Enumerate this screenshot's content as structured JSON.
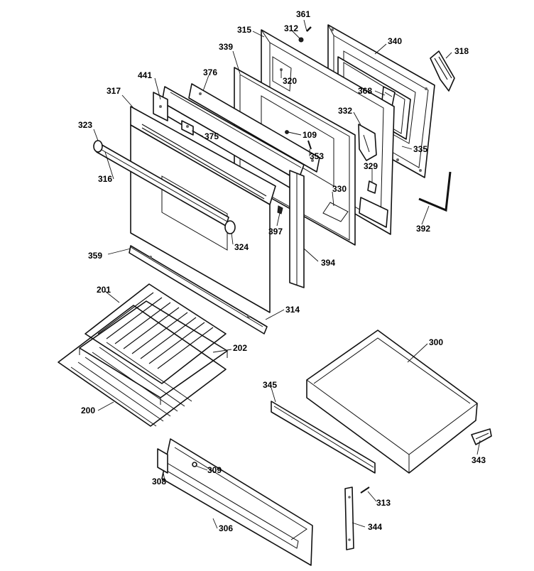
{
  "header": {
    "fragment": ""
  },
  "labels": [
    {
      "id": "l361",
      "text": "361"
    },
    {
      "id": "l312",
      "text": "312"
    },
    {
      "id": "l315",
      "text": "315"
    },
    {
      "id": "l340",
      "text": "340"
    },
    {
      "id": "l318",
      "text": "318"
    },
    {
      "id": "l339",
      "text": "339"
    },
    {
      "id": "l320",
      "text": "320"
    },
    {
      "id": "l441",
      "text": "441"
    },
    {
      "id": "l376",
      "text": "376"
    },
    {
      "id": "l368",
      "text": "368"
    },
    {
      "id": "l317",
      "text": "317"
    },
    {
      "id": "l332",
      "text": "332"
    },
    {
      "id": "l323",
      "text": "323"
    },
    {
      "id": "l375",
      "text": "375"
    },
    {
      "id": "l109",
      "text": "109"
    },
    {
      "id": "l353",
      "text": "353"
    },
    {
      "id": "l335",
      "text": "335"
    },
    {
      "id": "l316",
      "text": "316"
    },
    {
      "id": "l329",
      "text": "329"
    },
    {
      "id": "l330",
      "text": "330"
    },
    {
      "id": "l392",
      "text": "392"
    },
    {
      "id": "l397",
      "text": "397"
    },
    {
      "id": "l324",
      "text": "324"
    },
    {
      "id": "l359",
      "text": "359"
    },
    {
      "id": "l394",
      "text": "394"
    },
    {
      "id": "l201",
      "text": "201"
    },
    {
      "id": "l314",
      "text": "314"
    },
    {
      "id": "l300",
      "text": "300"
    },
    {
      "id": "l202",
      "text": "202"
    },
    {
      "id": "l345",
      "text": "345"
    },
    {
      "id": "l200",
      "text": "200"
    },
    {
      "id": "l343",
      "text": "343"
    },
    {
      "id": "l309",
      "text": "309"
    },
    {
      "id": "l308",
      "text": "308"
    },
    {
      "id": "l313",
      "text": "313"
    },
    {
      "id": "l306",
      "text": "306"
    },
    {
      "id": "l344",
      "text": "344"
    }
  ]
}
